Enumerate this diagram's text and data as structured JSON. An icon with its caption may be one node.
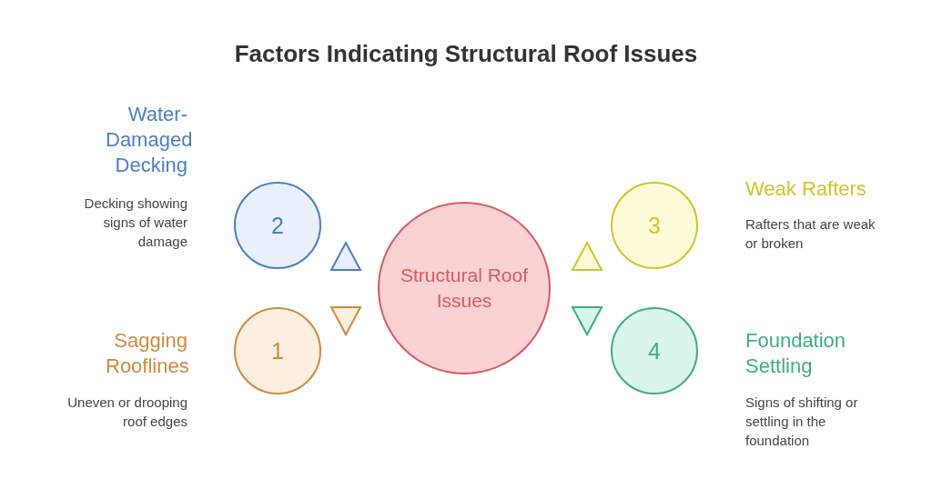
{
  "diagram": {
    "title": "Factors Indicating Structural Roof Issues",
    "nodes": [
      {
        "text": [
          "2"
        ],
        "beside": [
          "Water-Damaged Decking",
          "Decking showing signs of water damage"
        ]
      },
      {
        "text": [
          "3"
        ],
        "beside": [
          "Weak Rafters",
          "Rafters that are weak or broken"
        ]
      },
      {
        "text": [
          "Structural Roof Issues"
        ]
      },
      {
        "text": [
          "1"
        ],
        "beside": [
          "Sagging Rooflines",
          "Uneven or drooping roof edges"
        ]
      },
      {
        "text": [
          "4"
        ],
        "beside": [
          "Foundation Settling",
          "Signs of shifting or settling in the foundation"
        ]
      }
    ]
  }
}
